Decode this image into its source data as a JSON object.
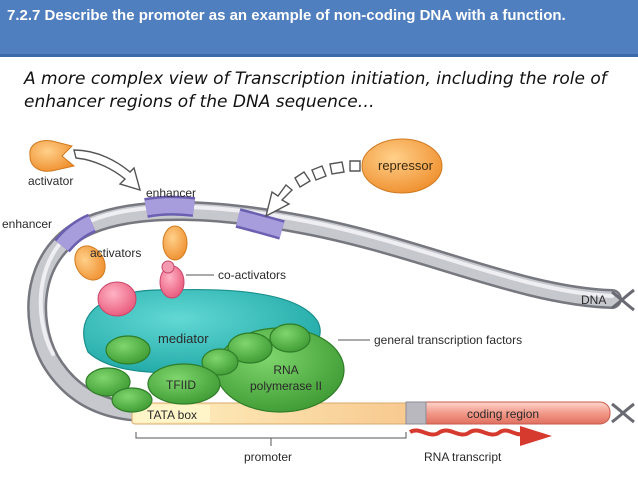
{
  "header": {
    "title": "7.2.7 Describe the promoter as an example of non-coding DNA with a function."
  },
  "subtitle": "A more complex view of Transcription initiation, including the role of enhancer regions of the DNA sequence…",
  "diagram": {
    "labels": {
      "activator": "activator",
      "enhancer_top": "enhancer",
      "enhancer_left": "enhancer",
      "activators": "activators",
      "co_activators": "co-activators",
      "repressor": "repressor",
      "dna": "DNA",
      "mediator": "mediator",
      "general_tf": "general transcription factors",
      "rna_pol_line1": "RNA",
      "rna_pol_line2": "polymerase II",
      "tfiid": "TFIID",
      "tata_box": "TATA box",
      "coding_region": "coding region",
      "promoter": "promoter",
      "rna_transcript": "RNA transcript"
    },
    "colors": {
      "header_bg": "#4f7fbf",
      "dna_gray": "#b8b8be",
      "enhancer_purple": "#9a8fd0",
      "activator_orange": "#f5a341",
      "coactivator_pink": "#f06f8e",
      "mediator_teal": "#2fc3c0",
      "gtf_green": "#58b848",
      "coding_salmon": "#f39a8a",
      "tata_yellow": "#fdeaa0",
      "transcript_red": "#d63a2e"
    }
  }
}
